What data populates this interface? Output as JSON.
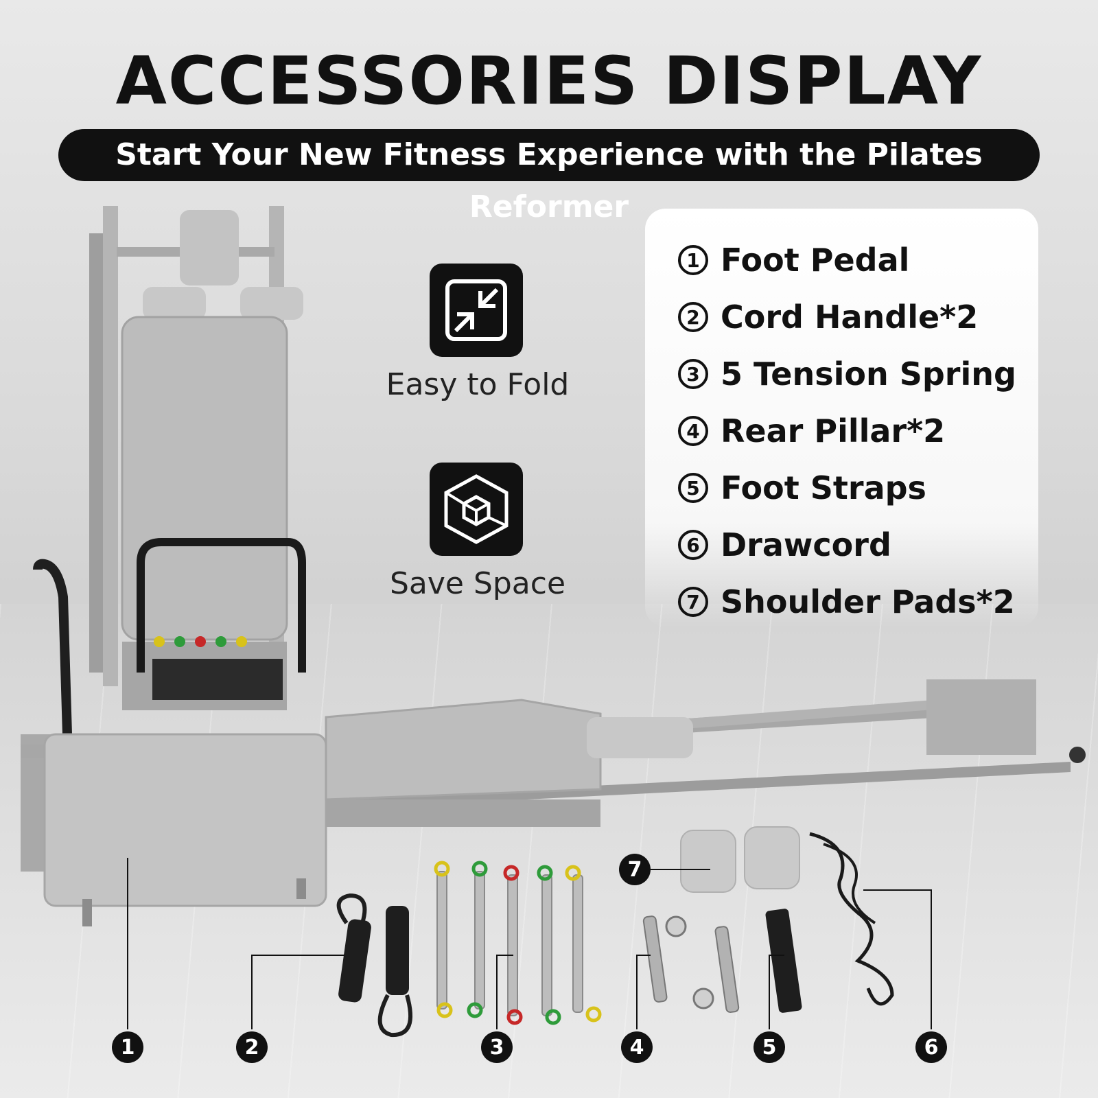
{
  "header": {
    "title": "ACCESSORIES DISPLAY",
    "subtitle": "Start Your New Fitness Experience with the Pilates Reformer"
  },
  "features": [
    {
      "icon": "fold-arrows-icon",
      "label": "Easy to Fold"
    },
    {
      "icon": "cube-space-icon",
      "label": "Save Space"
    }
  ],
  "accessories": [
    {
      "num": "1",
      "label": "Foot Pedal"
    },
    {
      "num": "2",
      "label": "Cord Handle*2"
    },
    {
      "num": "3",
      "label": "5 Tension Spring"
    },
    {
      "num": "4",
      "label": "Rear Pillar*2"
    },
    {
      "num": "5",
      "label": "Foot Straps"
    },
    {
      "num": "6",
      "label": "Drawcord"
    },
    {
      "num": "7",
      "label": "Shoulder Pads*2"
    }
  ],
  "callouts": [
    "1",
    "2",
    "3",
    "4",
    "5",
    "6",
    "7"
  ],
  "colors": {
    "dark": "#111111",
    "frame": "#a8a8a8",
    "upholstery": "#bdbdbd",
    "spring_yellow": "#d8c21a",
    "spring_green": "#2e9b3a",
    "spring_red": "#c62828"
  }
}
